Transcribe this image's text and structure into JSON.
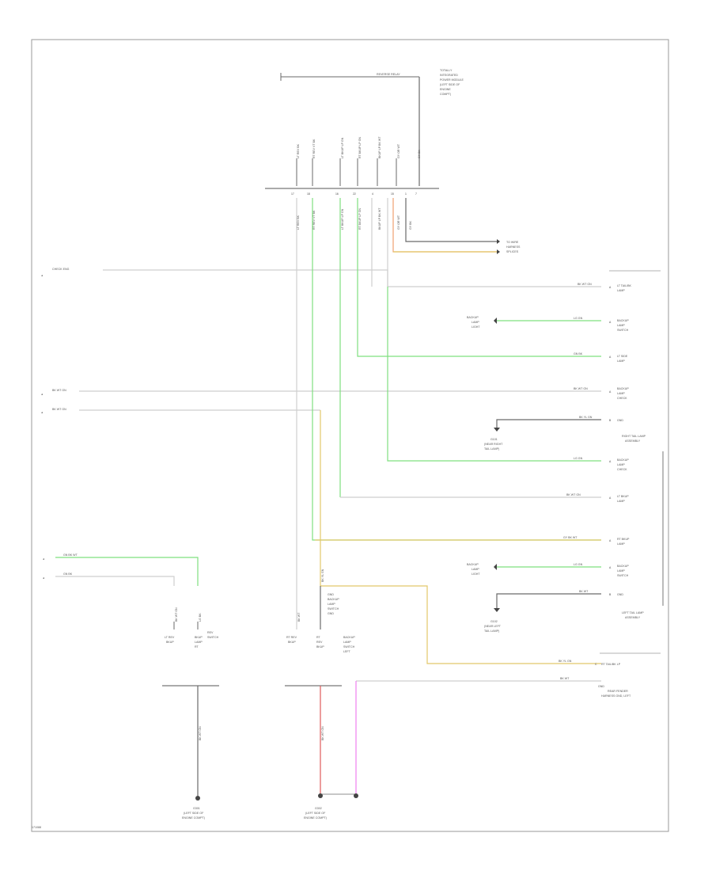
{
  "diagram": {
    "footer_code": "171088",
    "colors": {
      "green": "#7fe07f",
      "yellow": "#e2c86a",
      "orange": "#f0a070",
      "red": "#e05a5a",
      "pink": "#f07ff0",
      "gray": "#cfcfcf",
      "dark": "#6a6a6a"
    },
    "top_connector": {
      "left_ref": "REVERSE RELAY",
      "module_note": [
        "TOTALLY",
        "INTEGRATED",
        "POWER MODULE",
        "(LEFT SIDE OF",
        "ENGINE",
        "COMPT)"
      ],
      "wire_labels": [
        "LT REV BK",
        "RT REV VT BK",
        "LT BKUP LP GN",
        "RT BKUP LP GN",
        "BKUP LP BK WT",
        "GY OR WT",
        "GY BK"
      ],
      "pins": [
        "17",
        "18",
        "",
        "16",
        "22",
        "4",
        "15",
        "1",
        "7"
      ]
    },
    "upper_ground_note": [
      "TO WIRE",
      "HARNESS",
      "SPLICES"
    ],
    "left_refs": [
      "CHECK ENG",
      "BK WT GN",
      "BK WT GN"
    ],
    "right_components": [
      {
        "wire": "BK WT GN",
        "pin": "A",
        "lines": [
          "LT TAIL/BK",
          "LAMP"
        ]
      },
      {
        "wire": "LG GN",
        "pin": "A",
        "lines": [
          "BACKUP",
          "LAMP",
          "SWITCH"
        ],
        "side": [
          "BACKUP",
          "LAMP",
          "LIGHT"
        ]
      },
      {
        "wire": "GN BK",
        "pin": "A",
        "lines": [
          "LT SIDE",
          "LAMP"
        ]
      },
      {
        "wire": "BK WT GN",
        "pin": "A",
        "lines": [
          "BACKUP",
          "LAMP",
          "CHECK"
        ]
      },
      {
        "wire": "BK YL GN",
        "pin": "B",
        "lines": [
          "GND"
        ],
        "side": [
          "G101",
          "(NEAR RIGHT",
          "TAIL LAMP)"
        ]
      },
      {
        "wire": "LG GN",
        "pin": "A",
        "lines": [
          "BACKUP",
          "LAMP",
          "CHECK"
        ]
      },
      {
        "wire": "BK WT GN",
        "pin": "A",
        "lines": [
          "LT BKUP",
          "LAMP"
        ]
      },
      {
        "wire": "GY BK WT",
        "pin": "A",
        "lines": [
          "RT BKUP",
          "LAMP"
        ]
      },
      {
        "wire": "LG GN",
        "pin": "A",
        "lines": [
          "BACKUP",
          "LAMP",
          "SWITCH"
        ],
        "side": [
          "BACKUP",
          "LAMP",
          "LIGHT"
        ]
      },
      {
        "wire": "BK WT",
        "pin": "B",
        "lines": [
          "GND"
        ],
        "side": [
          "G102",
          "(NEAR LEFT",
          "TAIL LAMP)"
        ]
      },
      {
        "wire": "BK YL GN",
        "pin": "C",
        "lines": [
          "RT TAIL/BK LP"
        ]
      },
      {
        "wire": "BK WT",
        "pin": "",
        "lines": [
          "GND",
          "REAR FENDER",
          "HARNESS GND, LEFT"
        ]
      }
    ],
    "right_assembly_labels": [
      "RIGHT TAIL LAMP",
      "ASSEMBLY",
      "LEFT TAIL LAMP",
      "ASSEMBLY"
    ],
    "lamp_switch_left": {
      "wire_labels": [
        "GN BK WT",
        "GN BK"
      ],
      "vert_labels": [
        "BK WT GN",
        "LG BK"
      ],
      "col1": [
        "LT REV",
        "BKUP"
      ],
      "col2": [
        "BKUP",
        "LAMP",
        "RT",
        "REV",
        "SWITCH"
      ],
      "ground": [
        "G301",
        "(LEFT SIDE OF",
        "ENGINE COMPT)"
      ]
    },
    "lamp_switch_right": {
      "vert_labels": [
        "BK WT",
        "BK YL GN"
      ],
      "col1": [
        "RT REV",
        "BKUP"
      ],
      "col2": [
        "RT",
        "REV",
        "BKUP"
      ],
      "col3": [
        "BACKUP",
        "LAMP",
        "SWITCH",
        "LEFT"
      ],
      "side_labels": [
        "GND",
        "BACKUP",
        "LAMP",
        "SWITCH",
        "GND"
      ],
      "ground": [
        "G302",
        "(LEFT SIDE OF",
        "ENGINE COMPT)"
      ],
      "vert_ground_label": "BK WT GN"
    },
    "left_lower_refs": [
      "GN BK WT",
      "GN BK"
    ]
  }
}
